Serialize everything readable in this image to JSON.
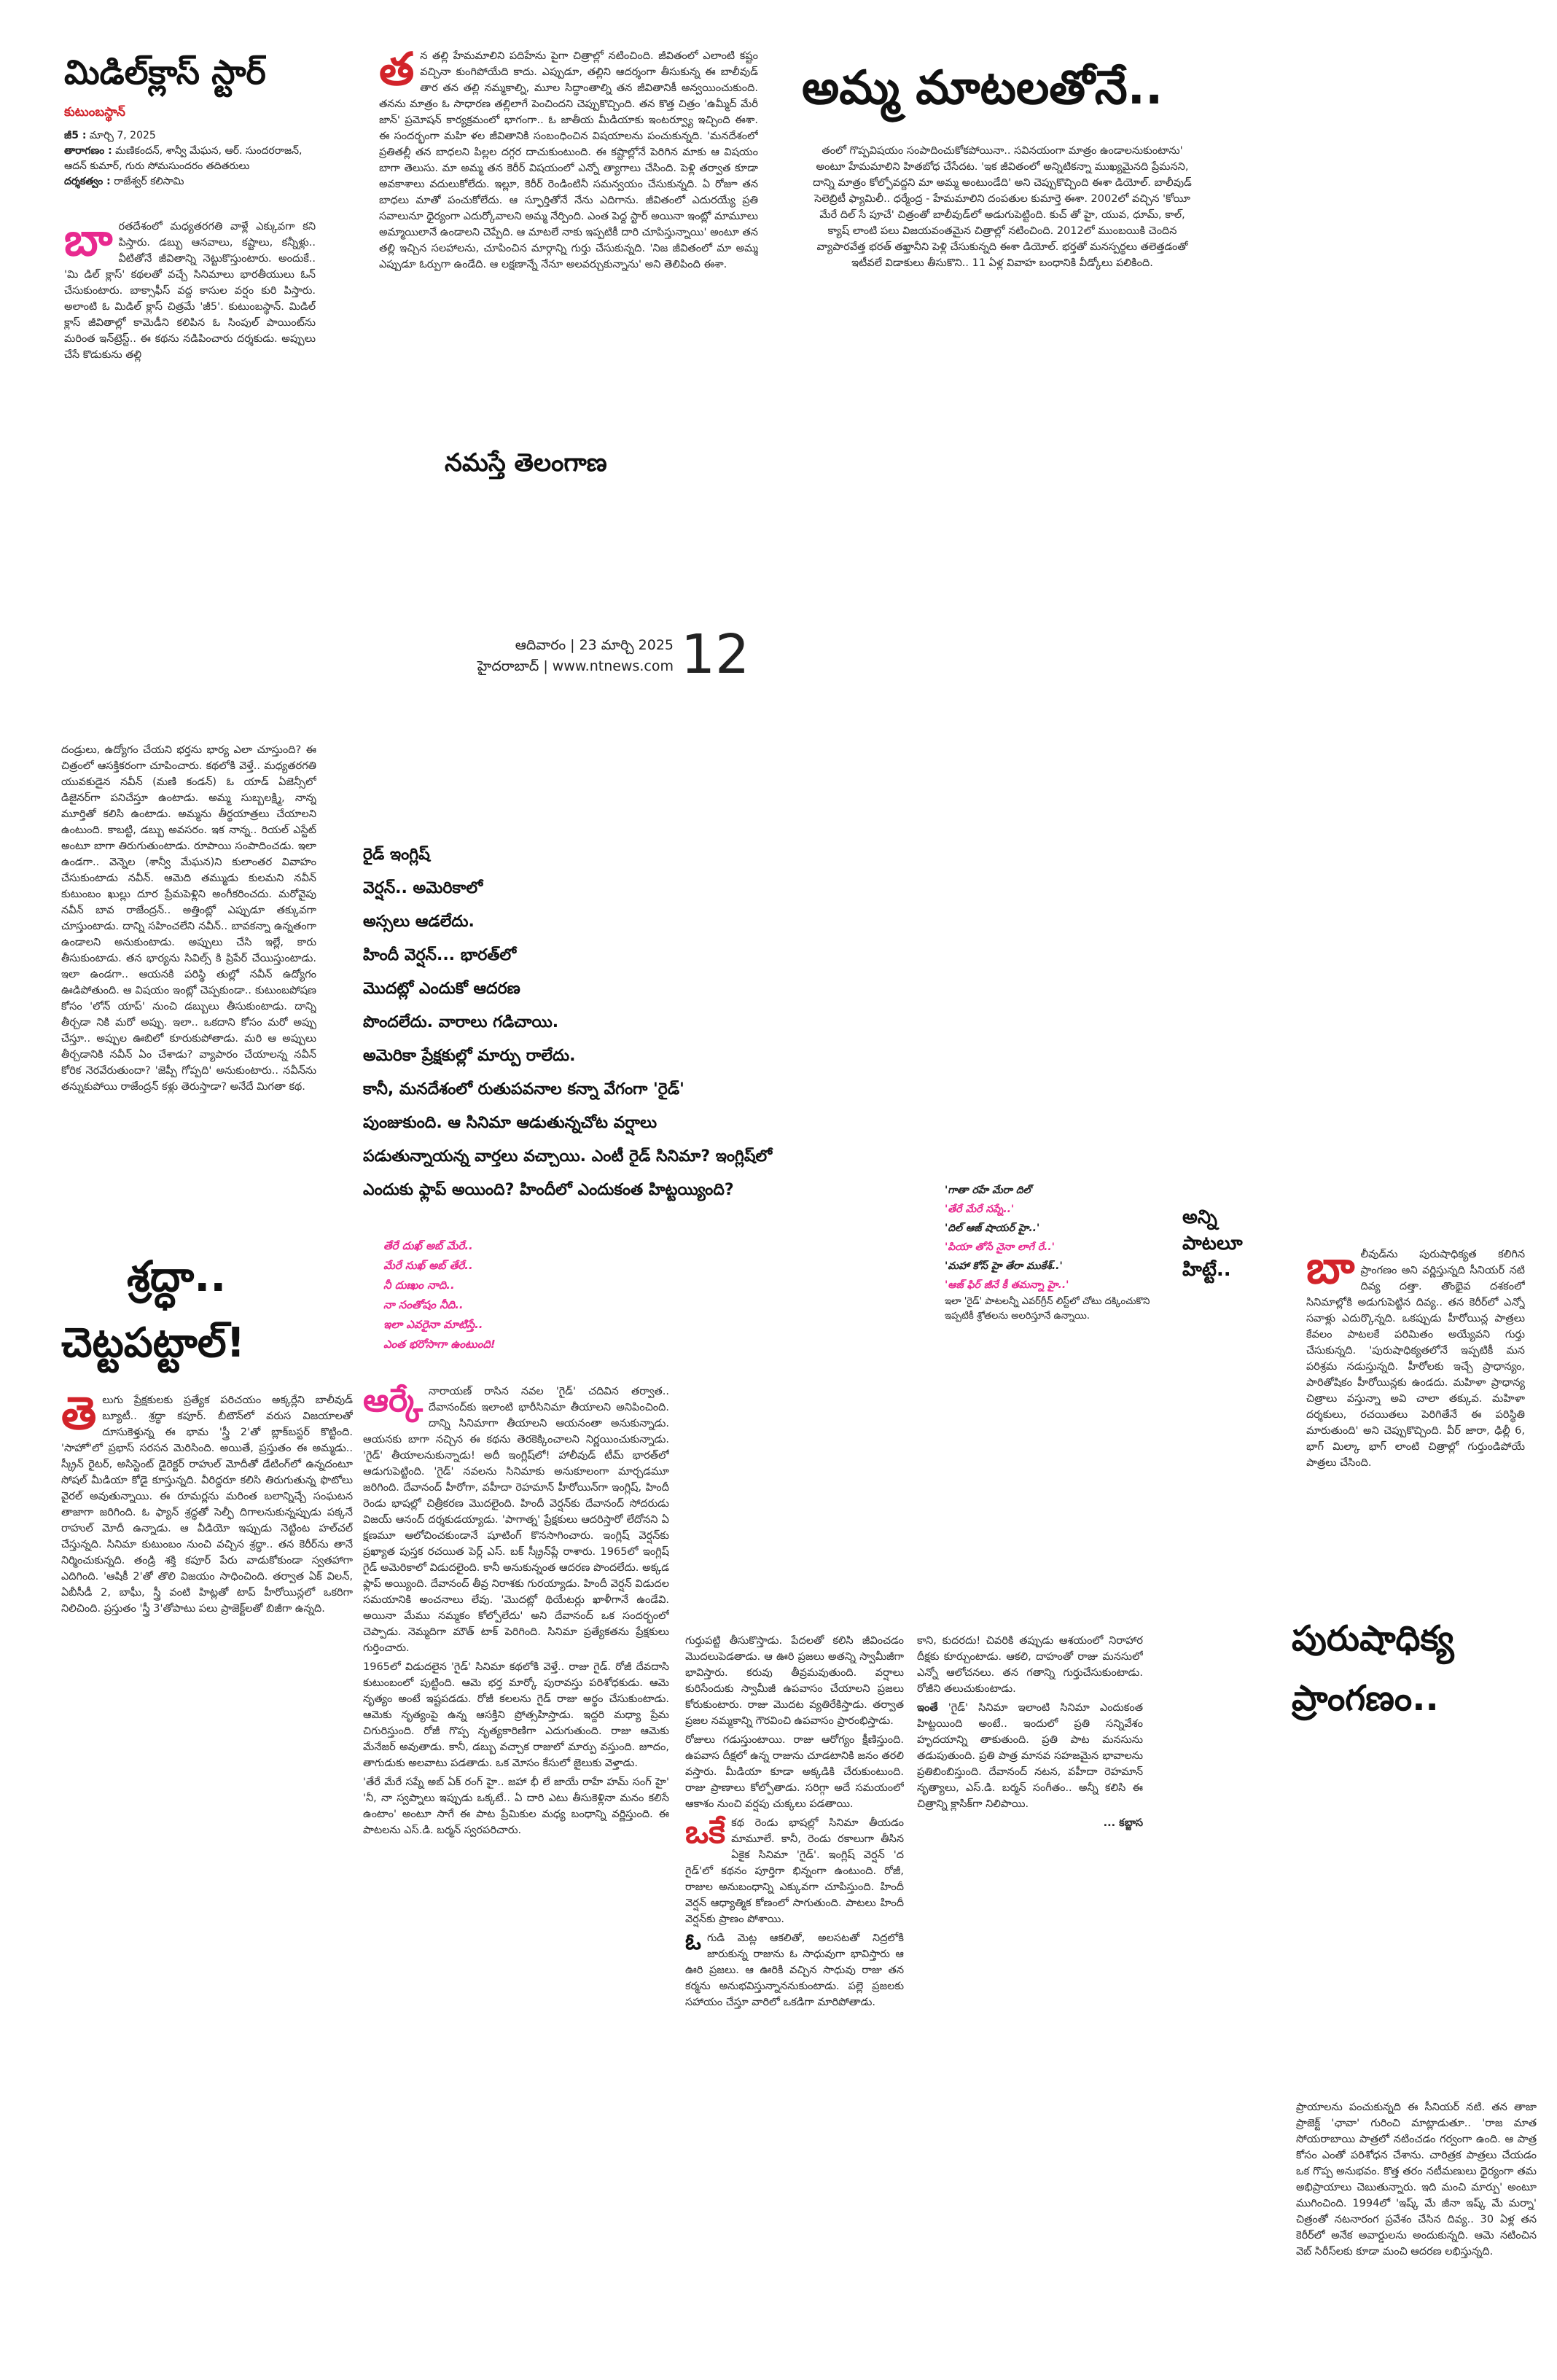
{
  "masthead": {
    "publication": "నమస్తే తెలంగాణ",
    "day_date": "ఆదివారం | 23 మార్చి 2025",
    "city_site": "హైదరాబాద్ | www.ntnews.com",
    "page_number": "12"
  },
  "middle_class": {
    "title": "మిడిల్‌క్లాస్ స్టార్",
    "platform": "కుటుంబస్థాన్",
    "meta": [
      {
        "label": "జీ5 :",
        "value": "మార్చి 7, 2025"
      },
      {
        "label": "తారాగణం :",
        "value": "మణికందన్, శాన్వీ మేఘన, ఆర్. సుందరరాజన్, ఆదన్ కుమార్, గురు సోమసుందరం తదితరులు"
      },
      {
        "label": "దర్శకత్వం :",
        "value": "రాజేశ్వర్ కలిసామి"
      }
    ],
    "dropcap": "బా",
    "body_top": "రతదేశంలో మధ్యతరగతి వాళ్లే ఎక్కువగా కని పిస్తారు. డబ్బు ఆనవాలు, కష్టాలు, కన్నీళ్లు.. వీటితోనే జీవితాన్ని నెట్టుకొస్తుంటారు. అందుకే.. 'మి డిల్ క్లాస్' కథలతో వచ్చే సినిమాలు భారతీయులు ఓన్ చేసుకుంటారు. బాక్సాఫీస్ వద్ద కాసుల వర్షం కురి పిస్తారు. అలాంటి ఓ మిడిల్ క్లాస్ చిత్రమే 'జీ5'. కుటుంబస్థాన్. మిడిల్ క్లాస్ జీవితాల్లో కామెడీని కలిపిన ఓ సింపుల్ పాయింట్‌ను మరింత ఇన్‌ట్రెస్ట్.. ఈ కథను నడిపించారు దర్శకుడు. అప్పులు చేసే కొడుకును తల్లి",
    "body_bottom": "దండ్రులు, ఉద్యోగం చేయని భర్తను భార్య ఎలా చూస్తుంది? ఈ చిత్రంలో ఆసక్తికరంగా చూపించారు. కథలోకి వెళ్తే.. మధ్యతరగతి యువకుడైన నవీన్ (మణి కండన్) ఓ యాడ్ ఏజెన్సీలో డిజైనర్‌గా పనిచేస్తూ ఉంటాడు. అమ్మ సుబ్బలక్ష్మి, నాన్న మూర్తితో కలిసి ఉంటాడు. అమ్మను తీర్థయాత్రలు చేయాలని ఉంటుంది. కాబట్టి, డబ్బు అవసరం. ఇక నాన్న.. రియల్ ఎస్టేట్ అంటూ బాగా తిరుగుతుంటాడు. రూపాయి సంపాదించడు. ఇలా ఉండగా.. వెన్నెల (శాన్వీ మేఘన)ని కులాంతర వివాహం చేసుకుంటాడు నవీన్. ఆమెది తమ్ముడు కులమని నవీన్ కుటుంబం ఖుల్లు దూర ప్రేమపెళ్లిని అంగీకరించదు. మరోవైపు నవీన్ బావ రాజేంద్రన్.. అత్తింట్లో ఎప్పుడూ తక్కువగా చూస్తుంటాడు. దాన్ని సహించలేని నవీన్.. బావకన్నా ఉన్నతంగా ఉండాలని అనుకుంటాడు. అప్పులు చేసి ఇల్లే, కారు తీసుకుంటాడు. తన భార్యను సివిల్స్ కి ప్రిపేర్ చేయిస్తుంటాడు. ఇలా ఉండగా.. ఆయనకి పరిస్థి తుల్లో నవీన్ ఉద్యోగం ఊడిపోతుంది. ఆ విషయం ఇంట్లో చెప్పకుండా.. కుటుంబపోషణ కోసం 'లోన్ యాప్' నుంచి డబ్బులు తీసుకుంటాడు. దాన్ని తీర్చడా నికి మరో అప్పు. ఇలా.. ఒకదాని కోసం మరో అప్పు చేస్తూ.. అప్పుల ఊబిలో కూరుకుపోతాడు. మరి ఆ అప్పులు తీర్చడానికి నవీన్ ఏం చేశాడు? వ్యాపారం చేయాలన్న నవీన్ కోరిక నెరవేరుతుందా? 'జెప్పీ గోప్పది' అనుకుంటారు.. నవీన్‌ను తన్నుకుపోయి రాజేంద్రన్ కళ్లు తెరుస్తాడా? అనేదే మిగతా కథ."
  },
  "amma": {
    "dropcap": "త",
    "headline": "అమ్మ మాటలతోనే..",
    "body_left": "న తల్లి హేమమాలిని పదిహేను పైగా చిత్రాల్లో నటించింది. జీవితంలో ఎలాంటి కష్టం వచ్చినా కుంగిపోయేది కాదు. ఎప్పుడూ, తల్లిని ఆదర్శంగా తీసుకున్న ఈ బాలీవుడ్ తార తన తల్లి నమ్మకాల్ని, మూల సిద్ధాంతాల్ని తన జీవితానికీ అన్వయించుకుంది. తనను మాత్రం ఓ సాధారణ తల్లిలాగే పెంచిందని చెప్పుకొచ్చింది. తన కొత్త చిత్రం 'ఉమ్మీద్ మేరీ జాన్' ప్రమోషన్ కార్యక్రమంలో భాగంగా.. ఓ జాతీయ మీడియాకు ఇంటర్వ్యూ ఇచ్చింది ఈశా. ఈ సందర్భంగా మహి ళల జీవితానికి సంబంధించిన విషయాలను పంచుకున్నది. 'మనదేశంలో ప్రతితల్లీ తన బాధలని పిల్లల దగ్గర దాచుకుంటుంది. ఈ కష్టాల్లోనే పెరిగిన మాకు ఆ విషయం బాగా తెలుసు. మా అమ్మ తన కెరీర్ విషయంలో ఎన్నో త్యాగాలు చేసింది. పెళ్లి తర్వాత కూడా అవకాశాలు వదులుకోలేదు. ఇల్లూ, కెరీర్ రెండింటినీ సమన్వయం చేసుకున్నది. ఏ రోజూ తన బాధలు మాతో పంచుకోలేదు. ఆ స్ఫూర్తితోనే నేను ఎదిగాను. జీవితంలో ఎదురయ్యే ప్రతి సవాలునూ ధైర్యంగా ఎదుర్కోవాలని అమ్మ నేర్పింది. ఎంత పెద్ద స్టార్ అయినా ఇంట్లో మామూలు అమ్మాయిలానే ఉండాలని చెప్పేది. ఆ మాటలే నాకు ఇప్పటికీ దారి చూపిస్తున్నాయి' అంటూ తన తల్లి ఇచ్చిన సలహాలను, చూపించిన మార్గాన్ని గుర్తు చేసుకున్నది. 'నిజ జీవితంలో మా అమ్మ ఎప్పుడూ ఓర్పుగా ఉండేది. ఆ లక్షణాన్నే నేనూ అలవర్చుకున్నాను' అని తెలిపింది ఈశా.",
    "body_right": "తంలో గొప్పవిషయం సంపాదించుకోకపోయినా.. సవినయంగా మాత్రం ఉండాలనుకుంటాను' అంటూ హేమమాలిని హితబోధ చేసేదట. 'ఇక జీవితంలో అన్నిటికన్నా ముఖ్యమైనది ప్రేమనని, దాన్ని మాత్రం కోల్పోవద్దని మా అమ్మ అంటుండేది' అని చెప్పుకొచ్చింది ఈశా డియోల్. బాలీవుడ్ సెలెబ్రిటీ ఫ్యామిలీ.. ధర్మేంద్ర - హేమమాలిని దంపతుల కుమార్తె ఈశా. 2002లో వచ్చిన 'కోయీ మేరే దిల్ సే పూచే' చిత్రంతో బాలీవుడ్‌లో అడుగుపెట్టింది. కుచ్ తో హై, యువ, ధూమ్, కాల్, క్యాష్ లాంటి పలు విజయవంతమైన చిత్రాల్లో నటించింది. 2012లో ముంబయికి చెందిన వ్యాపారవేత్త భరత్ తఖ్తానీని పెళ్లి చేసుకున్నది ఈశా డియోల్. భర్తతో మనస్పర్థలు తలెత్తడంతో ఇటీవలే విడాకులు తీసుకొని.. 11 ఏళ్ల వివాహ బంధానికి వీడ్కోలు పలికింది."
  },
  "raid": {
    "pull_lines": [
      "రైడ్ ఇంగ్లిష్",
      "వెర్షన్.. అమెరికాలో",
      "అస్సలు ఆడలేదు.",
      "హిందీ వెర్షన్... భారత్‌లో",
      "మొదట్లో ఎందుకో ఆదరణ",
      "పొందలేదు. వారాలు గడిచాయి.",
      "అమెరికా ప్రేక్షకుల్లో మార్పు రాలేదు.",
      "కానీ, మనదేశంలో రుతుపవనాల కన్నా వేగంగా 'రైడ్'",
      "పుంజుకుంది. ఆ సినిమా ఆడుతున్నచోట వర్షాలు",
      "పడుతున్నాయన్న వార్తలు వచ్చాయి. ఎంటీ రైడ్ సినిమా? ఇంగ్లిష్‌లో",
      "ఎందుకు ఫ్లాప్ అయింది? హిందీలో ఎందుకంత హిట్టయ్యింది?"
    ],
    "song_lines": [
      "తేరే దుఖ్ అబ్ మేరే..",
      "మేరే సుఖ్ అబ్ తేరే..",
      "నీ దుఃఖం నాది..",
      "నా సంతోషం నీది..",
      "ఇలా ఎవరైనా మాటిస్తే..",
      "ఎంత భరోసాగా ఉంటుంది!"
    ],
    "side_songs": [
      {
        "text": "'గాతా రహే మేరా దిల్'",
        "style": "w"
      },
      {
        "text": "'తేరే మేరే సప్నే..'",
        "style": "m"
      },
      {
        "text": "'దిల్ ఆజ్ షాయర్ హై..'",
        "style": "w"
      },
      {
        "text": "'పియా తోసే నైనా లాగే రే..'",
        "style": "m"
      },
      {
        "text": "'మహా కోస్ హై తేరా ముకేశ్..'",
        "style": "w"
      },
      {
        "text": "'ఆజ్ ఫిర్ జీనే కీ తమన్నా హై..'",
        "style": "m"
      },
      {
        "text": "ఇలా 'రైడ్' పాటలన్నీ ఎవర్‌గ్రీన్ లిస్ట్‌లో చోటు దక్కించుకొని ఇప్పటికీ శ్రోతలను అలరిస్తూనే ఉన్నాయి.",
        "style": "w"
      }
    ],
    "songs_heading": [
      "అన్ని",
      "పాటలూ",
      "హిట్టే.."
    ],
    "dropcap": "ఆర్కే",
    "col1": "నారాయణ్ రాసిన నవల 'గైడ్' చదివిన తర్వాత.. దేవానంద్‌కు ఇలాంటి భారీసినిమా తీయాలని అనిపించింది. దాన్ని సినిమాగా తీయాలని ఆయనంతా అనుకున్నాడు. ఆయనకు బాగా నచ్చిన ఈ కథను తెరకెక్కించాలని నిర్ణయించుకున్నాడు. 'గైడ్' తీయాలనుకున్నాడు! అదీ ఇంగ్లిష్‌లో! హాలీవుడ్ టీమ్ భారత్‌లో ఆడుగుపెట్టింది. 'గైడ్' నవలను సినిమాకు అనుకూలంగా మార్చడమూ జరిగింది. దేవానంద్ హీరోగా, వహీదా రెహమాన్ హీరోయిన్‌గా ఇంగ్లిష్, హిందీ రెండు భాషల్లో చిత్రీకరణ మొదలైంది. హిందీ వెర్షన్‌కు దేవానంద్ సోదరుడు విజయ్ ఆనంద్ దర్శకుడయ్యాడు. 'పాగాత్న' ప్రేక్షకులు ఆదరిస్తారో లేదోనని ఏ క్షణమూ ఆలోచించకుండానే షూటింగ్ కొనసాగించారు. ఇంగ్లిష్ వెర్షన్‌కు ప్రఖ్యాత పుస్తక రచయిత పెర్ల్ ఎస్. బక్ స్క్రీన్‌ప్లే రాశారు. 1965లో ఇంగ్లిష్ గైడ్ అమెరికాలో విడుదలైంది. కానీ అనుకున్నంత ఆదరణ పొందలేదు. అక్కడ ఫ్లాప్ అయ్యింది. దేవానంద్ తీవ్ర నిరాశకు గురయ్యాడు. హిందీ వెర్షన్ విడుదల సమయానికి అంచనాలు లేవు. 'మొదట్లో థియేటర్లు ఖాళీగానే ఉండేవి. అయినా మేము నమ్మకం కోల్పోలేదు' అని దేవానంద్ ఒక సందర్భంలో చెప్పాడు. నెమ్మదిగా మౌత్ టాక్ పెరిగింది. సినిమా ప్రత్యేకతను ప్రేక్షకులు గుర్తించారు.",
    "year_para": "1965లో విడుదలైన 'గైడ్' సినిమా కథలోకి వెళ్తే.. రాజు గైడ్. రోజీ దేవదాసి కుటుంబంలో పుట్టింది. ఆమె భర్త మార్కో పురావస్తు పరిశోధకుడు. ఆమె నృత్యం అంటే ఇష్టపడడు. రోజీ కలలను గైడ్ రాజు అర్థం చేసుకుంటాడు. ఆమెకు నృత్యంపై ఉన్న ఆసక్తిని ప్రోత్సహిస్తాడు. ఇద్దరి మధ్యా ప్రేమ చిగురిస్తుంది. రోజీ గొప్ప నృత్యకారిణిగా ఎదుగుతుంది. రాజు ఆమెకు మేనేజర్ అవుతాడు. కానీ, డబ్బు వచ్చాక రాజులో మార్పు వస్తుంది. జూదం, తాగుడుకు అలవాటు పడతాడు. ఒక మోసం కేసులో జైలుకు వెళ్తాడు.",
    "tere_para": "'తేరే మేరే సప్నే అబ్ ఏక్ రంగ్ హై.. జహా భీ లే జాయే రాహే హమ్ సంగ్ హై' 'నీ, నా స్వప్నాలు ఇప్పుడు ఒక్కటే.. ఏ దారి ఎటు తీసుకెళ్లినా మనం కలిసే ఉంటాం' అంటూ సాగే ఈ పాట ప్రేమికుల మధ్య బంధాన్ని వర్ణిస్తుంది. ఈ పాటలను ఎస్.డి. బర్మన్ స్వరపరిచారు.",
    "col2": "గుర్తుపట్టి తీసుకొస్తాడు. పేదలతో కలిసి జీవించడం మొదలుపెడతాడు. ఆ ఊరి ప్రజలు అతన్ని స్వామీజీగా భావిస్తారు. కరువు తీవ్రమవుతుంది. వర్షాలు కురిసేందుకు స్వామీజీ ఉపవాసం చేయాలని ప్రజలు కోరుకుంటారు. రాజు మొదట వ్యతిరేకిస్తాడు. తర్వాత ప్రజల నమ్మకాన్ని గౌరవించి ఉపవాసం ప్రారంభిస్తాడు.",
    "rojulu": "రోజులు గడుస్తుంటాయి. రాజు ఆరోగ్యం క్షీణిస్తుంది. ఉపవాస దీక్షలో ఉన్న రాజును చూడటానికి జనం తరలి వస్తారు. మీడియా కూడా అక్కడికి చేరుకుంటుంది. రాజు ప్రాణాలు కోల్పోతాడు. సరిగ్గా అదే సమయంలో ఆకాశం నుంచి వర్షపు చుక్కలు పడతాయి.",
    "oke_dropcap": "ఒకే",
    "oke": "కథ రెండు భాషల్లో సినిమా తీయడం మామూలే. కానీ, రెండు రకాలుగా తీసిన ఏకైక సినిమా 'గైడ్'. ఇంగ్లిష్ వెర్షన్ 'ద గైడ్'లో కథనం పూర్తిగా భిన్నంగా ఉంటుంది. రోజీ, రాజుల అనుబంధాన్ని ఎక్కువగా చూపిస్తుంది. హిందీ వెర్షన్ ఆధ్యాత్మిక కోణంలో సాగుతుంది. పాటలు హిందీ వెర్షన్‌కు ప్రాణం పోశాయి.",
    "o_dropcap": "ఓ",
    "o": "గుడి మెట్ల ఆకలితో, అలసటతో నిద్రలోకి జారుకున్న రాజును ఓ సాధువుగా భావిస్తారు ఆ ఊరి ప్రజలు. ఆ ఊరికి వచ్చిన సాధువు రాజు తన కర్మను అనుభవిస్తున్నాననుకుంటాడు. పల్లె ప్రజలకు సహాయం చేస్తూ వారిలో ఒకడిగా మారిపోతాడు.",
    "col3": "కాని, కుదరదు! చివరికి తప్పుడు ఆశయంలో నిరాహార దీక్షకు కూర్చుంటాడు. ఆకలి, దాహంతో రాజు మనసులో ఎన్నో ఆలోచనలు. తన గతాన్ని గుర్తుచేసుకుంటాడు. రోజీని తలుచుకుంటాడు.",
    "inte_dropcap": "ఇంతే",
    "inte": "'గైడ్' సినిమా ఇలాంటి సినిమా ఎందుకంత హిట్టయింది అంటే.. ఇందులో ప్రతి సన్నివేశం హృదయాన్ని తాకుతుంది. ప్రతి పాట మనసును తడుపుతుంది. ప్రతి పాత్ర మానవ సహజమైన భావాలను ప్రతిబింబిస్తుంది. దేవానంద్ నటన, వహీదా రెహమాన్ నృత్యాలు, ఎస్.డి. బర్మన్ సంగీతం.. అన్నీ కలిసి ఈ చిత్రాన్ని క్లాసిక్‌గా నిలిపాయి.",
    "signature": "... కబ్జాస"
  },
  "shraddha": {
    "headline_l1": "శ్రద్ధా..",
    "headline_l2": "చెట్టపట్టాల్!",
    "dropcap": "తె",
    "body": "లుగు ప్రేక్షకులకు ప్రత్యేక పరిచయం అక్కర్లేని బాలీవుడ్ బ్యూటీ.. శ్రద్ధా కపూర్. బీటౌన్‌లో వరుస విజయాలతో దూసుకెళ్తున్న ఈ భామ 'స్త్రీ 2'తో బ్లాక్‌బస్టర్ కొట్టింది. 'సాహో'లో ప్రభాస్ సరసన మెరిసింది. అయితే, ప్రస్తుతం ఈ అమ్మడు.. స్క్రీన్ రైటర్, అసిస్టెంట్ డైరెక్టర్ రాహుల్ మోదీతో డేటింగ్‌లో ఉన్నదంటూ సోషల్ మీడియా కోడై కూస్తున్నది. వీరిద్దరూ కలిసి తిరుగుతున్న ఫొటోలు వైరల్ అవుతున్నాయి. ఈ రూమర్లను మరింత బలాన్నిచ్చే సంఘటన తాజాగా జరిగింది. ఓ ఫ్యాన్ శ్రద్ధతో సెల్ఫీ దిగాలనుకున్నప్పుడు పక్కనే రాహుల్ మోదీ ఉన్నాడు. ఆ వీడియో ఇప్పుడు నెట్టింట హల్‌చల్ చేస్తున్నది. సినిమా కుటుంబం నుంచి వచ్చిన శ్రద్ధా.. తన కెరీర్‌ను తానే నిర్మించుకున్నది. తండ్రి శక్తి కపూర్ పేరు వాడుకోకుండా స్వతహాగా ఎదిగింది. 'ఆషికీ 2'తో తొలి విజయం సాధించింది. తర్వాత ఏక్ విలన్, ఏబీసీడీ 2, బాఘీ, స్త్రీ వంటి హిట్లతో టాప్ హీరోయిన్లలో ఒకరిగా నిలిచింది. ప్రస్తుతం 'స్త్రీ 3'తోపాటు పలు ప్రాజెక్ట్‌లతో బిజీగా ఉన్నది."
  },
  "purusha": {
    "dropcap": "బా",
    "headline_l1": "పురుషాధిక్య",
    "headline_l2": "ప్రాంగణం..",
    "body_top": "లీవుడ్‌ను పురుషాధిక్యత కలిగిన ప్రాంగణం అని వర్ణిస్తున్నది సీనియర్ నటి దివ్య దత్తా. తొంభైవ దశకంలో సినిమాల్లోకి అడుగుపెట్టిన దివ్య.. తన కెరీర్‌లో ఎన్నో సవాళ్లు ఎదుర్కొన్నది. ఒకప్పుడు హీరోయిన్ల పాత్రలు కేవలం పాటలకే పరిమితం అయ్యేవని గుర్తు చేసుకున్నది. 'పురుషాధిక్యతలోనే ఇప్పటికీ మన పరిశ్రమ నడుస్తున్నది. హీరోలకు ఇచ్చే ప్రాధాన్యం, పారితోషికం హీరోయిన్లకు ఉండదు. మహిళా ప్రాధాన్య చిత్రాలు వస్తున్నా అవి చాలా తక్కువ. మహిళా దర్శకులు, రచయితలు పెరిగితేనే ఈ పరిస్థితి మారుతుంది' అని చెప్పుకొచ్చింది. వీర్ జారా, ఢిల్లీ 6, భాగ్ మిల్కా భాగ్ లాంటి చిత్రాల్లో గుర్తుండిపోయే పాత్రలు చేసింది.",
    "body_bottom": "ప్రాయాలను పంచుకున్నది ఈ సీనియర్ నటి. తన తాజా ప్రాజెక్ట్ 'ఛావా' గురించి మాట్లాడుతూ.. 'రాజ మాత సోయరాబాయి పాత్రలో నటించడం గర్వంగా ఉంది. ఆ పాత్ర కోసం ఎంతో పరిశోధన చేశాను. చారిత్రక పాత్రలు చేయడం ఒక గొప్ప అనుభవం. కొత్త తరం నటీమణులు ధైర్యంగా తమ అభిప్రాయాలు చెబుతున్నారు. ఇది మంచి మార్పు' అంటూ ముగించింది. 1994లో 'ఇష్క్ మే జీనా ఇష్క్ మే మర్నా' చిత్రంతో నటనారంగ ప్రవేశం చేసిన దివ్య.. 30 ఏళ్ల తన కెరీర్‌లో అనేక అవార్డులను అందుకున్నది. ఆమె నటించిన వెబ్ సిరీస్‌లకు కూడా మంచి ఆదరణ లభిస్తున్నది."
  }
}
